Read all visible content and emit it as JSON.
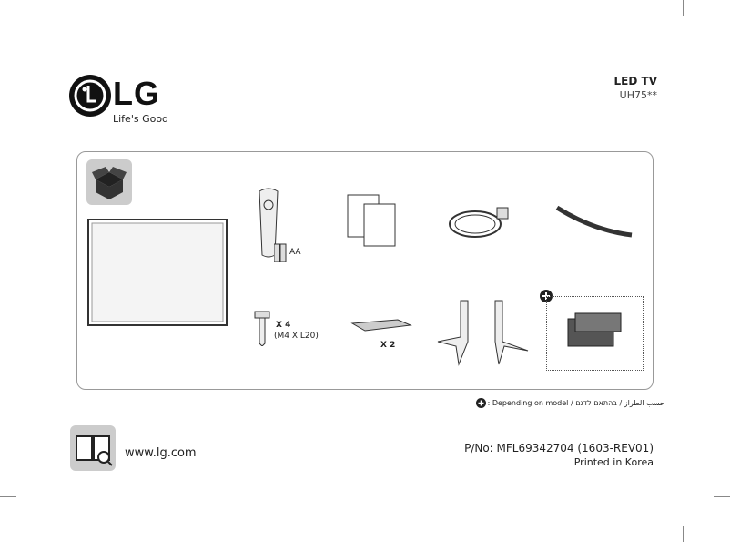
{
  "brand": {
    "logo": "LG",
    "slogan": "Life's Good"
  },
  "product": {
    "title": "LED TV",
    "model": "UH75**"
  },
  "components": {
    "batteries_label": "AA",
    "screws_qty": "X 4",
    "screws_spec": "(M4 X L20)",
    "feet_qty": "X 2",
    "optional_icon": "plus-circle-icon"
  },
  "note": {
    "text": ": Depending on model / حسب الطراز / בהתאם לדגם"
  },
  "footer": {
    "url": "www.lg.com",
    "part_number": "P/No: MFL69342704 (1603-REV01)",
    "printed": "Printed in Korea"
  }
}
